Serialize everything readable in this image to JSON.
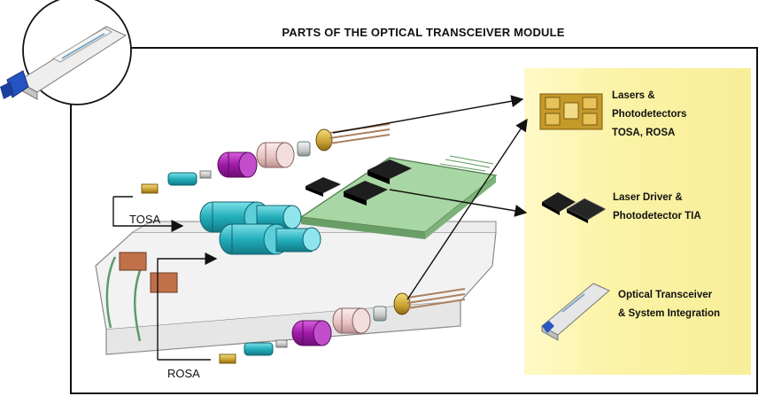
{
  "title": "PARTS OF THE OPTICAL TRANSCEIVER MODULE",
  "labels": {
    "tosa": "TOSA",
    "rosa": "ROSA"
  },
  "legend": [
    {
      "line1": "Lasers &",
      "line2": "Photodetectors",
      "line3": "TOSA, ROSA",
      "icon": "laser-chip-icon"
    },
    {
      "line1": "Laser Driver &",
      "line2": "Photodetector TIA",
      "icon": "ic-chip-icon"
    },
    {
      "line1": "Optical Transceiver",
      "line2": "& System Integration",
      "icon": "sfp-module-icon"
    }
  ],
  "colors": {
    "panel": "#f9f0a0",
    "pcb": "#9ccf9a",
    "receptacle": "#2ab7c3",
    "ferrule_sleeve": "#b02ab8",
    "lens_ring": "#e8c8c8",
    "header_can": "#c7a332",
    "chip": "#1a1a1a"
  }
}
